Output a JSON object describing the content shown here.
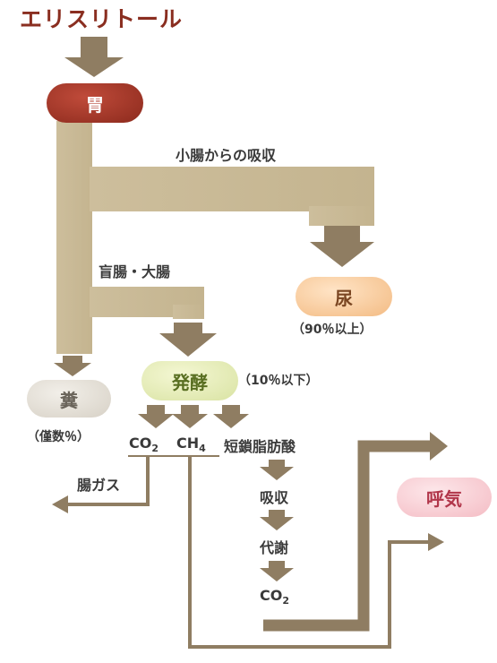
{
  "title": "エリスリトール",
  "nodes": {
    "stomach": "胃",
    "urine": "尿",
    "ferment": "発酵",
    "feces": "糞",
    "breath": "呼気"
  },
  "labels": {
    "small_intestine": "小腸からの吸収",
    "large_intestine": "盲腸・大腸",
    "urine_pct": "（90％以上）",
    "ferment_pct": "（10％以下）",
    "feces_pct": "（僅数％）",
    "co2": "CO",
    "co2_sub": "2",
    "ch4": "CH",
    "ch4_sub": "4",
    "scfa": "短鎖脂肪酸",
    "gas": "腸ガス",
    "absorption": "吸収",
    "metabolism": "代謝",
    "co2_final": "CO",
    "co2_final_sub": "2"
  },
  "colors": {
    "flow": "#cbbb97",
    "arrow": "#8f7d62"
  }
}
